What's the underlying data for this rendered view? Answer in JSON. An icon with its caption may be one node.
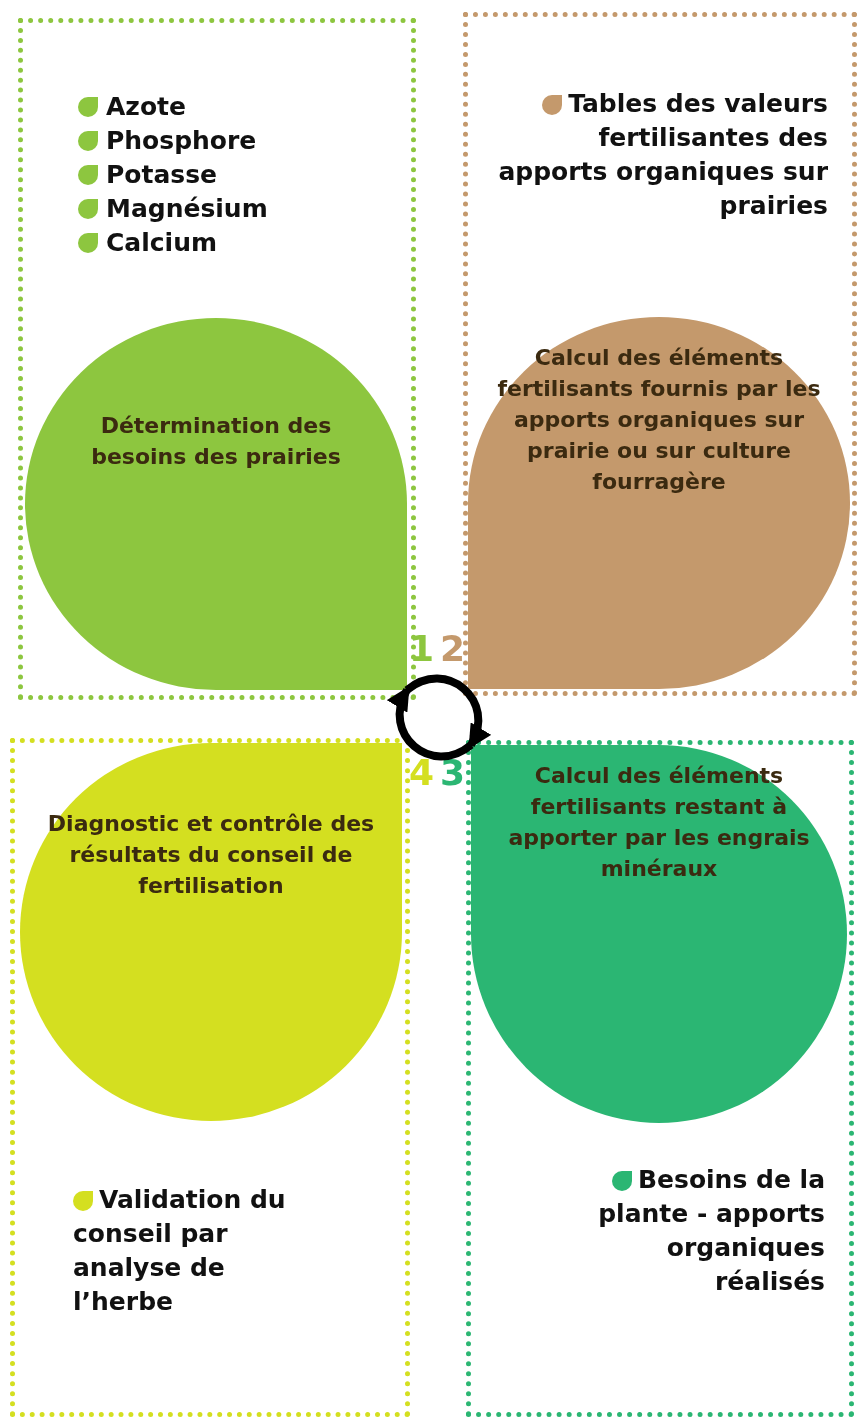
{
  "diagram": {
    "nodes": [
      {
        "text": [
          "Azote",
          "Phosphore",
          "Potasse",
          "Magnésium",
          "Calcium"
        ]
      },
      {
        "text": [
          "Détermination des besoins des prairies"
        ],
        "in": 0
      },
      {
        "text": [
          "Tables des valeurs fertilisantes des apports organiques sur prairies"
        ]
      },
      {
        "text": [
          "Calcul des éléments fertilisants fournis par les apports organiques sur prairie ou sur culture fourragère"
        ],
        "in": 2
      },
      {
        "text": [
          "Validation du conseil par analyse de l’herbe"
        ]
      },
      {
        "text": [
          "Diagnostic et contrôle des résultats du conseil de fertilisation"
        ],
        "in": 4
      },
      {
        "text": [
          "Besoins de la plante - apports organiques réalisés"
        ]
      },
      {
        "text": [
          "Calcul des éléments fertilisants restant à apporter par les engrais minéraux"
        ],
        "in": 6
      }
    ],
    "edges": [
      {
        "from": 1,
        "to": 7,
        "arrow": "to"
      },
      {
        "from": 7,
        "to": 1,
        "arrow": "to"
      }
    ],
    "labels": [
      "1",
      "2",
      "3",
      "4"
    ]
  }
}
